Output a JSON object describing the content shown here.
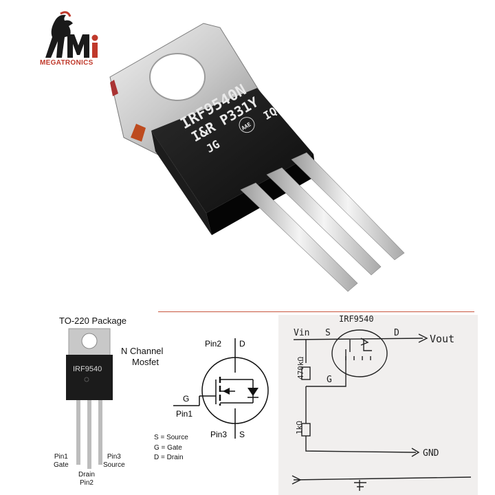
{
  "brand": {
    "logo_name": "MEGATRONICS",
    "logo_icon": "goat-mi-logo",
    "colors": {
      "red": "#c0392b",
      "black": "#1a1a1a"
    }
  },
  "photo": {
    "marking_line1": "IRF9540N",
    "marking_line2": "I&R P331Y",
    "marking_line3": "JG",
    "marking_line3_right": "IQ",
    "marking_circle": "AAE"
  },
  "package_panel": {
    "title": "TO-220 Package",
    "chip_label": "IRF9540",
    "type_line1": "N Channel",
    "type_line2": "Mosfet",
    "pin1_line1": "Pin1",
    "pin1_line2": "Gate",
    "pin2_line1": "Drain",
    "pin2_line2": "Pin2",
    "pin3_line1": "Pin3",
    "pin3_line2": "Source"
  },
  "symbol_panel": {
    "pin2": "Pin2",
    "d": "D",
    "g": "G",
    "pin1": "Pin1",
    "pin3": "Pin3",
    "s": "S",
    "legend": [
      "S = Source",
      "G = Gate",
      "D = Drain"
    ]
  },
  "sketch_panel": {
    "part": "IRF9540",
    "vin": "Vin",
    "s": "S",
    "d": "D",
    "vout": "Vout",
    "r1": "470kΩ",
    "g": "G",
    "r2": "1kΩ",
    "gnd": "GND"
  }
}
